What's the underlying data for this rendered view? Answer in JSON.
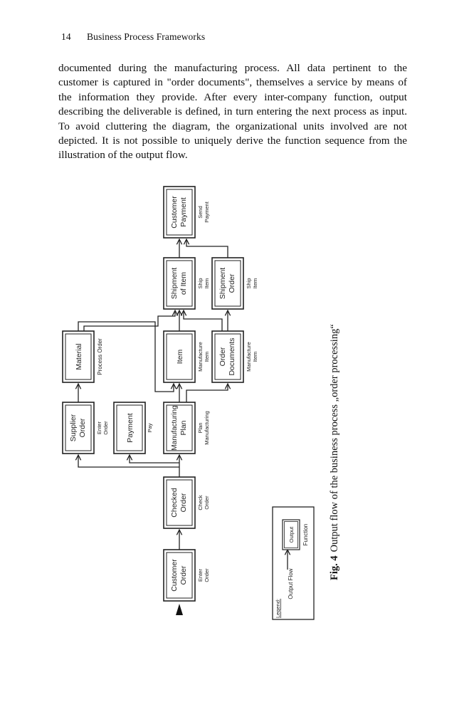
{
  "page": {
    "number": "14",
    "running_header": "Business Process Frameworks"
  },
  "paragraph": "documented during the manufacturing process. All data pertinent to the customer is captured in \"order documents\", themselves a service by means of the information they provide. After every inter-company function, output describing the deliverable is defined, in turn entering the next process as input. To avoid cluttering the diagram, the organizational units involved are not depicted. It is not possible to uniquely derive the function sequence from the illustration of the output flow.",
  "figure": {
    "outputs": {
      "customer_order": [
        "Customer",
        "Order"
      ],
      "checked_order": [
        "Checked",
        "Order"
      ],
      "supplier_order": [
        "Supplier",
        "Order"
      ],
      "material": [
        "Material"
      ],
      "payment": [
        "Payment"
      ],
      "manufacturing_plan": [
        "Manufacturing",
        "Plan"
      ],
      "item": [
        "Item"
      ],
      "order_documents": [
        "Order",
        "Documents"
      ],
      "shipment_of_item": [
        "Shipment",
        "of Item"
      ],
      "shipment_order": [
        "Shipment",
        "Order"
      ],
      "customer_payment": [
        "Customer",
        "Payment"
      ]
    },
    "functions": {
      "enter_order_a": [
        "Enter",
        "Order"
      ],
      "check_order": [
        "Check",
        "Order"
      ],
      "enter_order_b": [
        "Enter",
        "Order"
      ],
      "process_order": [
        "Process Order"
      ],
      "pay": [
        "Pay"
      ],
      "plan_manufacturing": [
        "Plan",
        "Manufacturing"
      ],
      "manufacture_item_a": [
        "Manufacture",
        "Item"
      ],
      "manufacture_item_b": [
        "Manufacture",
        "Item"
      ],
      "ship_item_a": [
        "Ship",
        "Item"
      ],
      "ship_item_b": [
        "Ship",
        "Item"
      ],
      "send_payment": [
        "Send",
        "Payment"
      ]
    },
    "legend": {
      "title": "Legend:",
      "output_flow": "Output Flow",
      "output": "Output",
      "function": "Function"
    }
  },
  "caption": {
    "label": "Fig. 4",
    "text": "Output flow of the business process „order processing“"
  }
}
